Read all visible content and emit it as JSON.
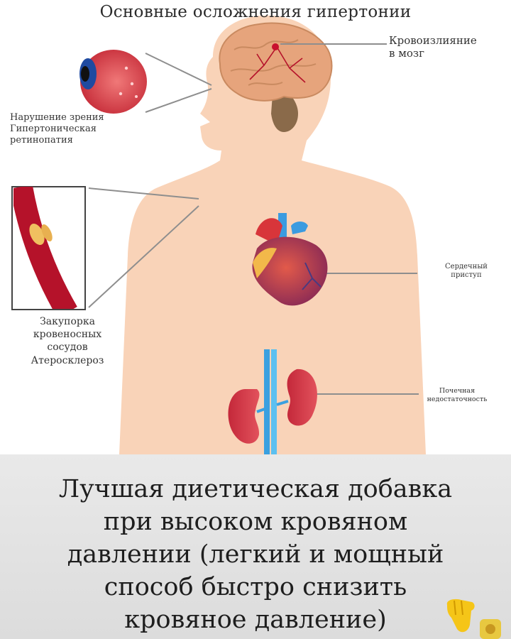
{
  "diagram": {
    "title": "Основные осложнения гипертонии",
    "labels": {
      "brain": [
        "Кровоизлияние",
        "в мозг"
      ],
      "eye": [
        "Нарушение зрения",
        "Гипертоническая",
        "ретинопатия"
      ],
      "vessel": [
        "Закупорка",
        "кровеносных",
        "сосудов",
        "Атеросклероз"
      ],
      "heart": [
        "Сердечный",
        "приступ"
      ],
      "kidney": [
        "Почечная",
        "недостаточность"
      ]
    }
  },
  "banner": {
    "lines": [
      "Лучшая диетическая добавка",
      "при высоком кровяном",
      "давлении (легкий и мощный",
      "способ быстро снизить",
      "кровяное давление)"
    ]
  },
  "icons": [
    "pointing-down-hand-icon",
    "gold-badge-icon"
  ],
  "colors": {
    "skin": "#f9d3b8",
    "blood": "#b5122a",
    "banner": "#e3e3e3"
  }
}
